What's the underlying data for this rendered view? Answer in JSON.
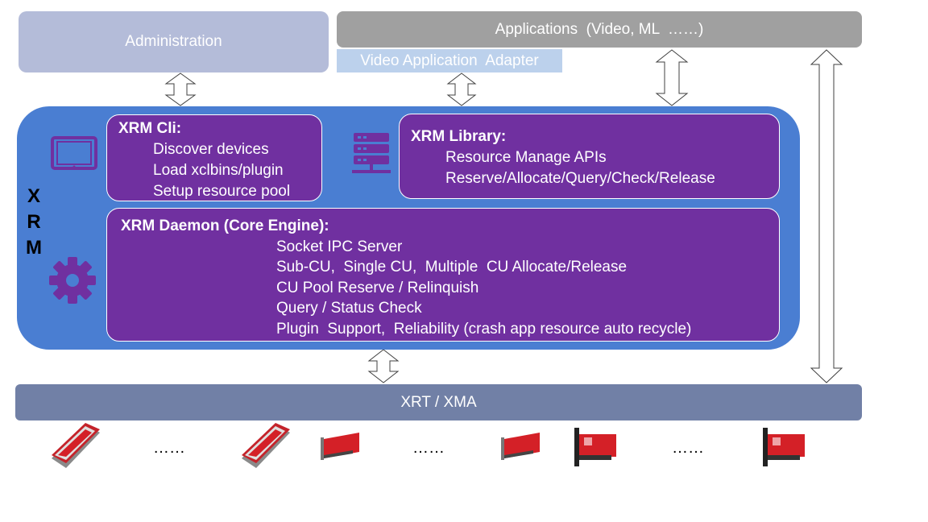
{
  "administration": {
    "label": "Administration"
  },
  "applications": {
    "label": "Applications  (Video, ML  ……)"
  },
  "video_adapter": {
    "label": "Video Application  Adapter"
  },
  "xrm": {
    "label_letters": [
      "X",
      "R",
      "M"
    ]
  },
  "xrm_cli": {
    "title": "XRM Cli:",
    "items": [
      "Discover devices",
      "Load xclbins/plugin",
      "Setup resource pool"
    ]
  },
  "xrm_library": {
    "title": "XRM Library:",
    "items": [
      "Resource Manage APIs",
      "Reserve/Allocate/Query/Check/Release"
    ]
  },
  "xrm_daemon": {
    "title": "XRM Daemon (Core Engine):",
    "items": [
      "Socket IPC Server",
      "Sub-CU,  Single CU,  Multiple  CU Allocate/Release",
      "CU Pool Reserve / Relinquish",
      "Query / Status Check",
      "Plugin  Support,  Reliability (crash app resource auto recycle)"
    ]
  },
  "xrt": {
    "label": "XRT / XMA"
  },
  "ellipsis": "……",
  "icons": {
    "tablet": "tablet-icon",
    "server": "server-icon",
    "gear": "gear-icon",
    "card": "accelerator-card-icon",
    "arrow": "double-arrow-icon"
  },
  "colors": {
    "xrm_blue": "#4a7ed2",
    "purple": "#7030a0",
    "admin": "#b4bcd9",
    "apps": "#a0a0a0",
    "adapter": "#bcd1ec",
    "xrt": "#7180a6",
    "card_red": "#d42027"
  }
}
